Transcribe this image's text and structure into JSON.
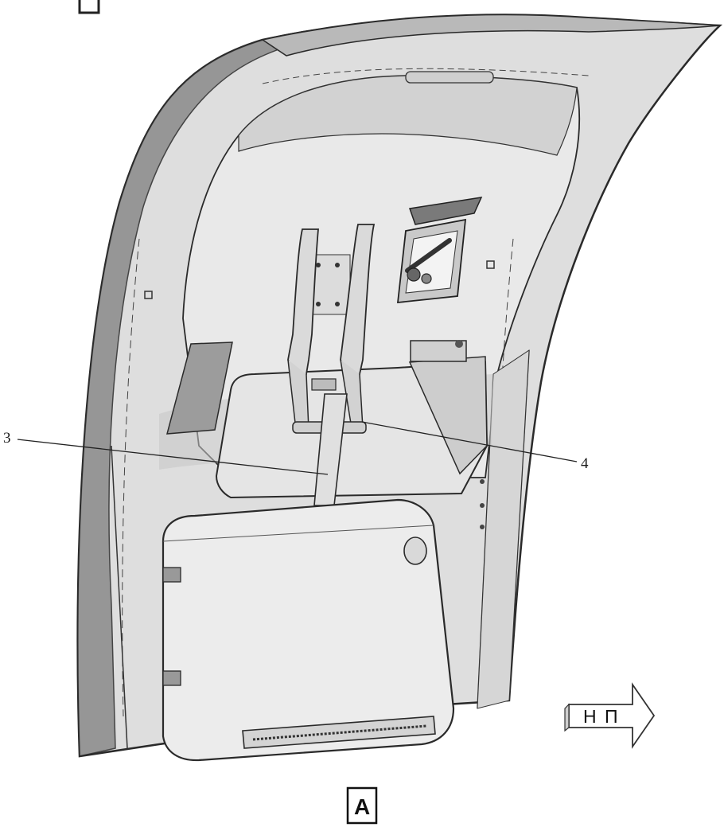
{
  "callouts": [
    {
      "id": "3",
      "text": "3"
    },
    {
      "id": "4",
      "text": "4"
    }
  ],
  "view_label": "A",
  "direction_marker": "Н П",
  "colors": {
    "line": "#2a2a2a",
    "panel_fill": "#e3e3e3",
    "shadow": "#bdbdbd",
    "light": "#f2f2f2"
  }
}
